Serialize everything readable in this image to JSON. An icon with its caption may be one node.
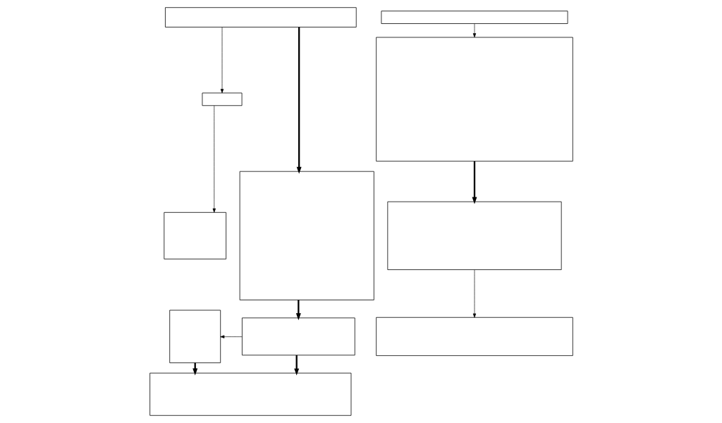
{
  "diagram": {
    "nodes": [
      {
        "text": [],
        "shape": "box"
      },
      {
        "text": [],
        "shape": "box"
      },
      {
        "text": [],
        "shape": "box"
      },
      {
        "text": [],
        "shape": "box"
      },
      {
        "text": [],
        "shape": "box"
      },
      {
        "text": [],
        "shape": "box"
      },
      {
        "text": [],
        "shape": "box"
      },
      {
        "text": [],
        "shape": "box"
      },
      {
        "text": [],
        "shape": "box"
      },
      {
        "text": [],
        "shape": "box"
      },
      {
        "text": [],
        "shape": "box"
      }
    ],
    "edges": [
      {
        "from": 0,
        "to": 1,
        "arrow": "to"
      },
      {
        "from": 0,
        "to": 2,
        "arrow": "to",
        "style": "thick"
      },
      {
        "from": 1,
        "to": 3,
        "arrow": "to"
      },
      {
        "from": 2,
        "to": 5,
        "arrow": "to",
        "style": "thick"
      },
      {
        "from": 5,
        "to": 4,
        "arrow": "to"
      },
      {
        "from": 4,
        "to": 6,
        "arrow": "to",
        "style": "thick"
      },
      {
        "from": 5,
        "to": 6,
        "arrow": "to",
        "style": "thick"
      },
      {
        "from": 7,
        "to": 8,
        "arrow": "to"
      },
      {
        "from": 8,
        "to": 9,
        "arrow": "to",
        "style": "thick"
      },
      {
        "from": 9,
        "to": 10,
        "arrow": "to"
      }
    ]
  }
}
